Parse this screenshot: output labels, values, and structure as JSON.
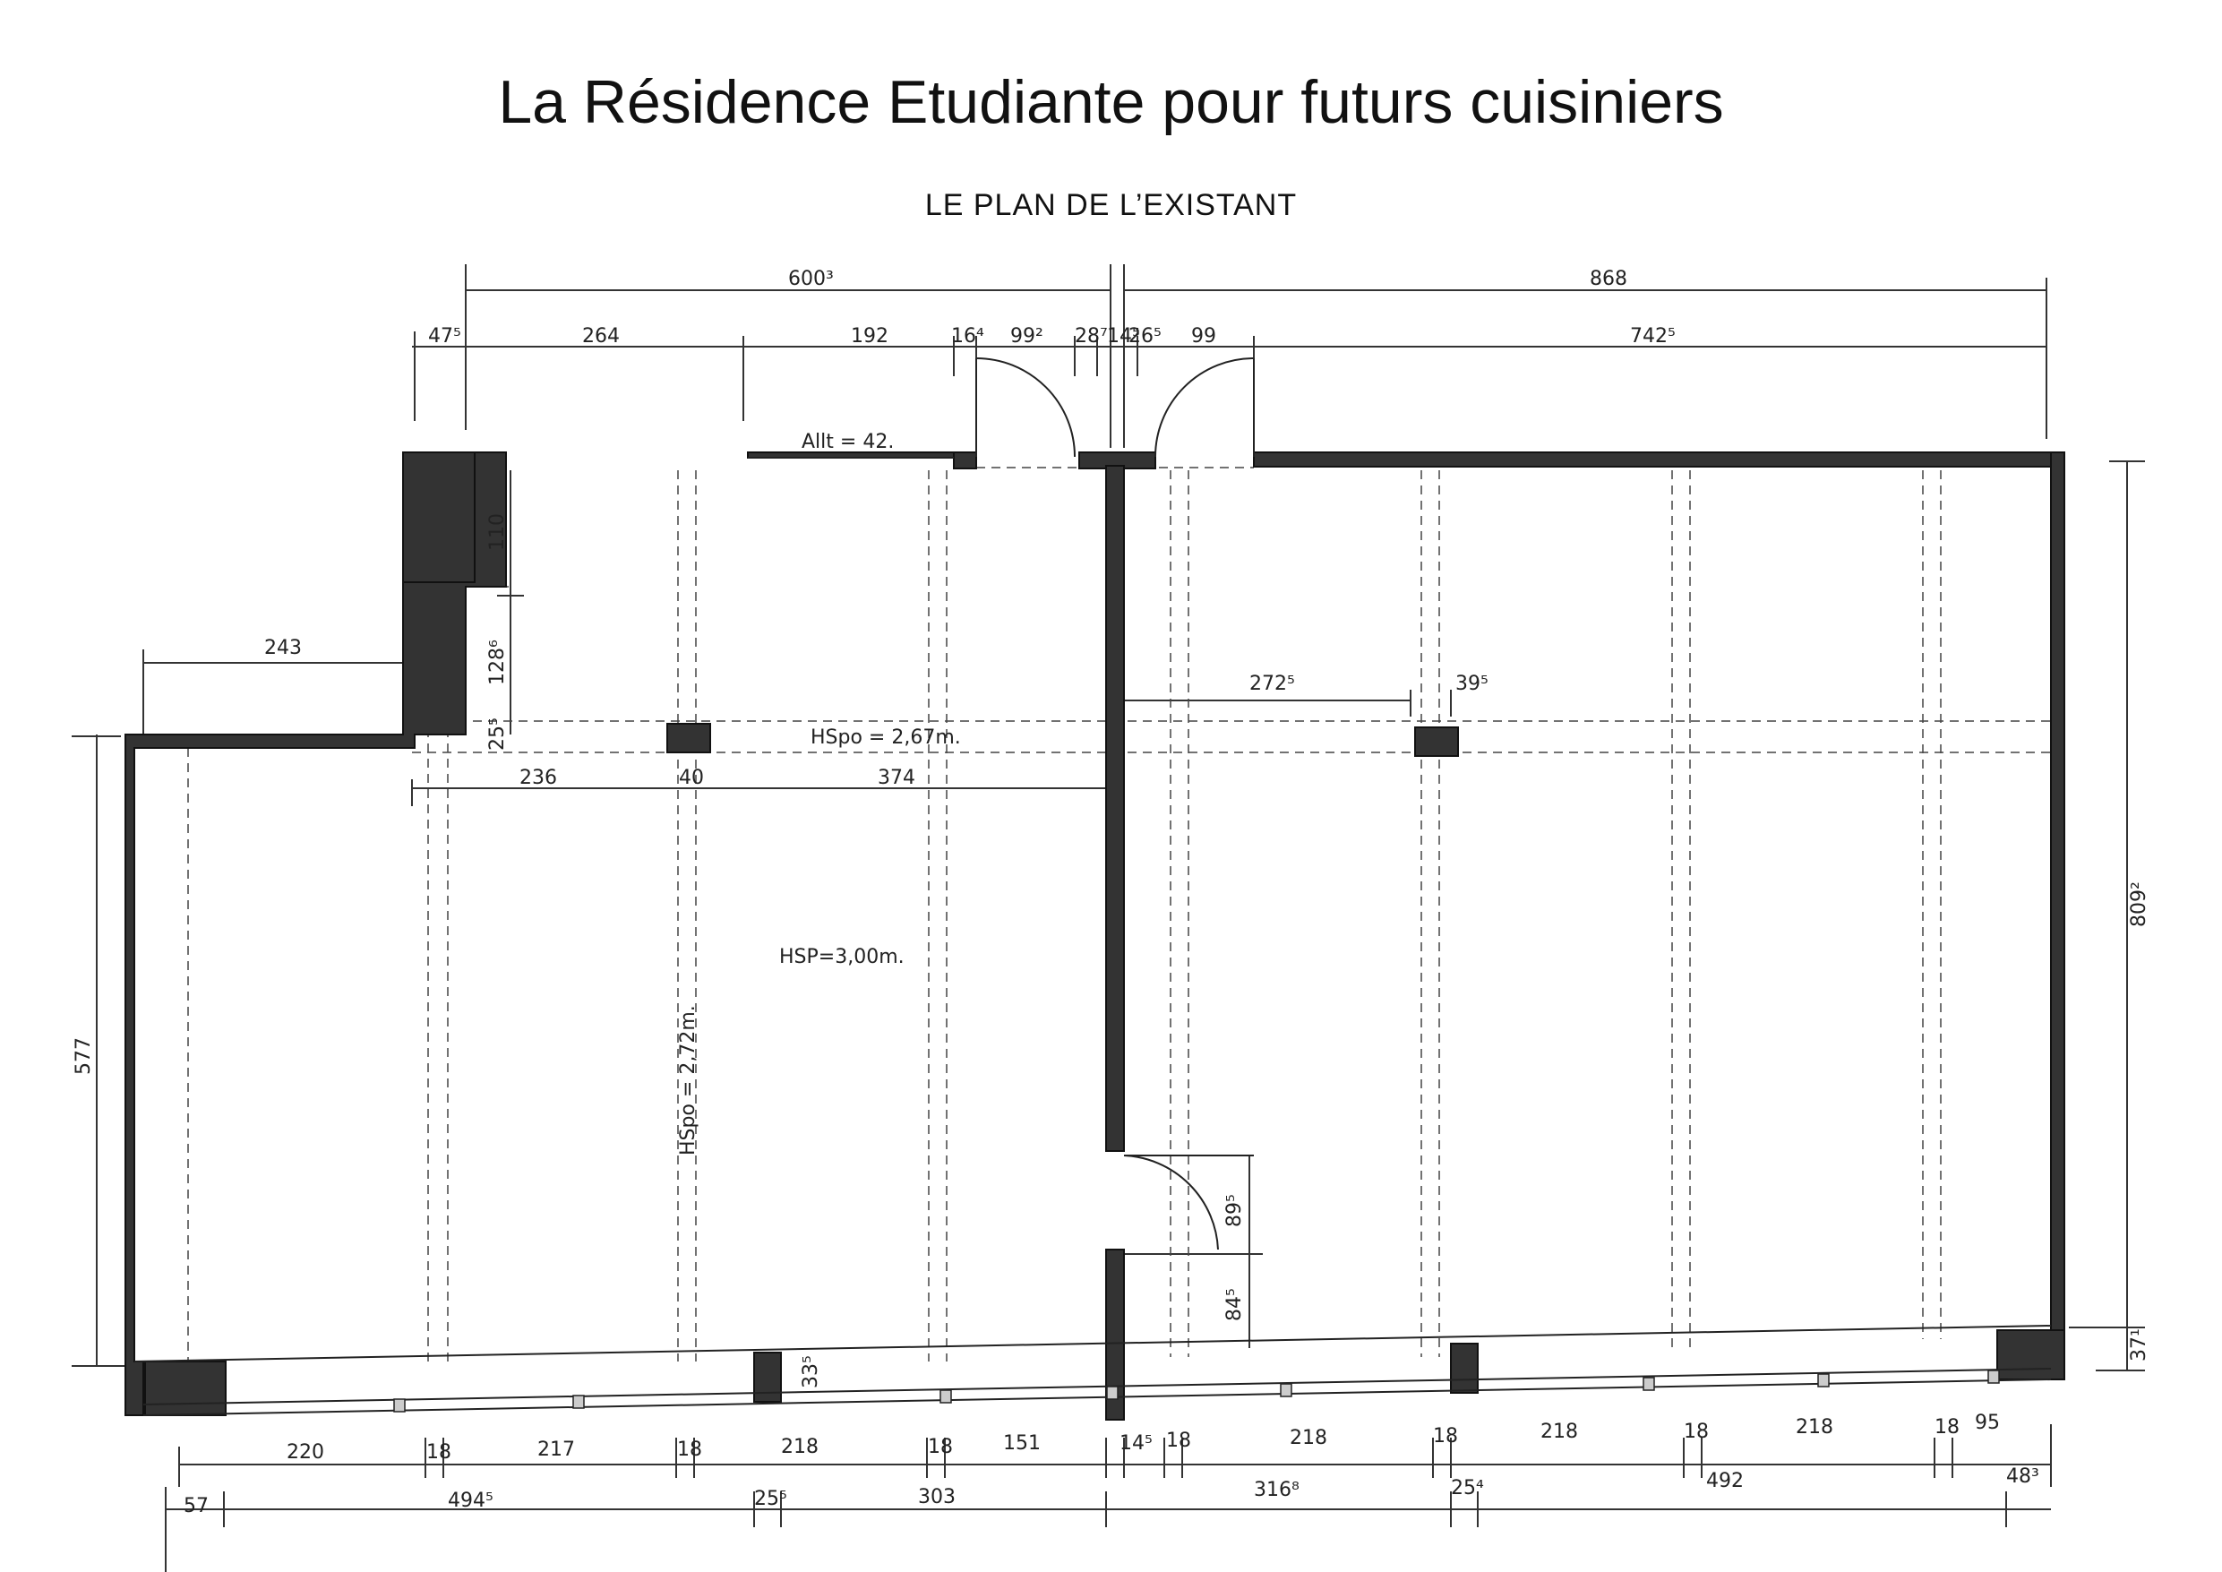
{
  "title": "La Résidence Etudiante pour futurs cuisiniers",
  "subtitle": "LE PLAN DE L’EXISTANT",
  "notes": {
    "window_height": "Allt = 42.",
    "hsp": "HSP=3,00m.",
    "hspo_beam": "HSpo = 2,67m.",
    "hspo_vertical": "HSpo = 2,72m."
  },
  "dims": {
    "d_top_left_total": "600³",
    "d_top_right_total": "868",
    "d_47": "47⁵",
    "d_264": "264",
    "d_192": "192",
    "d_16": "16⁴",
    "d_99a": "99²",
    "d_28": "28⁷",
    "d_14": "14⁵",
    "d_26": "26⁵",
    "d_99b": "99",
    "d_742": "742⁵",
    "d_243": "243",
    "d_110": "110",
    "d_128": "128⁶",
    "d_25": "25⁵",
    "d_236": "236",
    "d_40": "40",
    "d_374": "374",
    "d_272": "272⁵",
    "d_39": "39⁵",
    "d_577": "577",
    "d_809": "809²",
    "d_89": "89⁵",
    "d_84": "84⁵",
    "d_33": "33⁵",
    "d_37": "37¹",
    "b_220": "220",
    "b_18a": "18",
    "b_217": "217",
    "b_18b": "18",
    "b_218a": "218",
    "b_18c": "18",
    "b_151": "151",
    "b_14": "14⁵",
    "b_18d": "18",
    "b_218b": "218",
    "b_18e": "18",
    "b_218c": "218",
    "b_18f": "18",
    "b_218d": "218",
    "b_18g": "18",
    "b_95": "95",
    "c_57": "57",
    "c_494": "494⁵",
    "c_25a": "25⁵",
    "c_303": "303",
    "c_316": "316⁸",
    "c_25b": "25⁴",
    "c_492": "492",
    "c_48": "48³"
  }
}
